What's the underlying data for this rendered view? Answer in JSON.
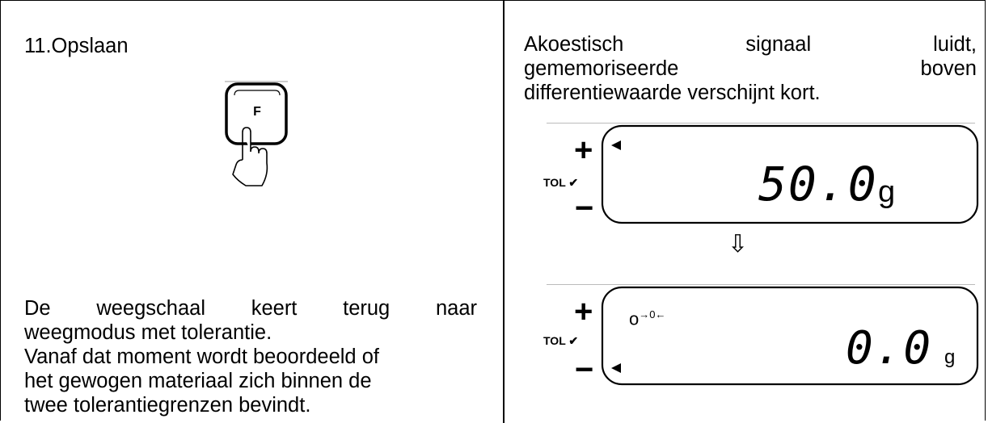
{
  "left": {
    "step_title": "11.Opslaan",
    "key_label": "F",
    "paragraph1_line1": "De weegschaal keert terug naar",
    "paragraph1_line2": "weegmodus met tolerantie.",
    "paragraph2_line1": "Vanaf dat moment wordt beoordeeld of",
    "paragraph2_line2": "het gewogen materiaal zich binnen de",
    "paragraph2_line3": "twee tolerantiegrenzen bevindt."
  },
  "right": {
    "desc_line1": "Akoestisch signaal luidt,",
    "desc_line2": "gememoriseerde boven",
    "desc_line3": "differentiewaarde verschijnt kort.",
    "display1": {
      "plus": "+",
      "tol": "TOL",
      "minus": "−",
      "value": "50.0",
      "unit": "g"
    },
    "arrow": "⇩",
    "display2": {
      "plus": "+",
      "tol": "TOL",
      "minus": "−",
      "zero_indicator": "→0←",
      "value": "0.0",
      "unit": "g"
    }
  }
}
